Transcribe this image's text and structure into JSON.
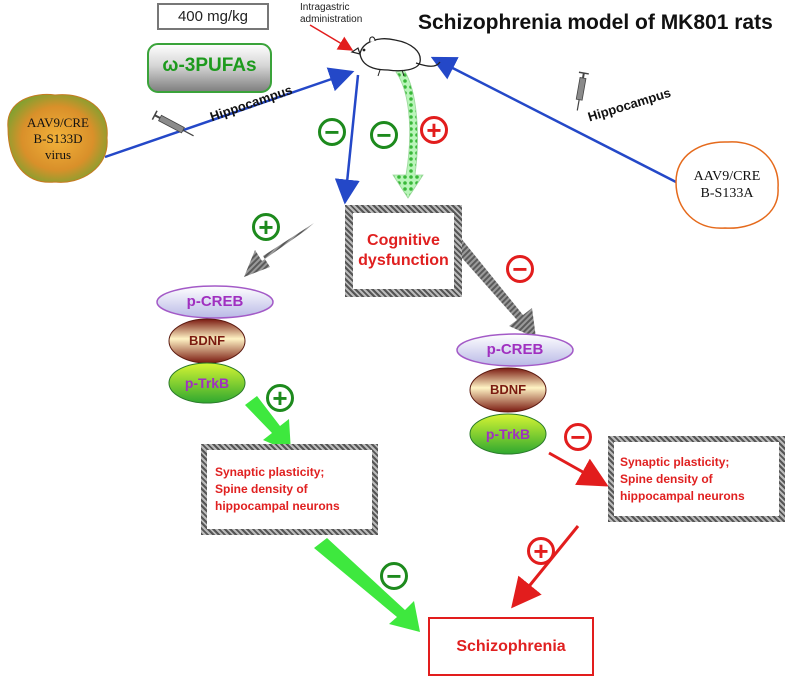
{
  "title": "Schizophrenia model of MK801 rats",
  "dose": "400 mg/kg",
  "route": "Intragastric\nadministration",
  "treatment": "ω-3PUFAs",
  "virus_left": "AAV9/CRE\nB-S133D\nvirus",
  "virus_right": "AAV9/CRE\nB-S133A",
  "region_left": "Hippocampus",
  "region_right": "Hippocampus",
  "cognitive": "Cognitive\ndysfunction",
  "left_stack": {
    "creb": "p-CREB",
    "bdnf": "BDNF",
    "trkb": "p-TrkB"
  },
  "right_stack": {
    "creb": "p-CREB",
    "bdnf": "BDNF",
    "trkb": "p-TrkB"
  },
  "synaptic_left": "Synaptic plasticity;\nSpine density of\nhippocampal neurons",
  "synaptic_right": "Synaptic plasticity;\nSpine density of\nhippocampal neurons",
  "outcome": "Schizophrenia",
  "signs": {
    "minus": "−",
    "plus": "+"
  },
  "colors": {
    "green": "#1d8a1d",
    "red": "#e21d1d",
    "blue": "#2448c8",
    "bright_green": "#3ee83e",
    "gray_arrow": "#7a7a7a"
  }
}
